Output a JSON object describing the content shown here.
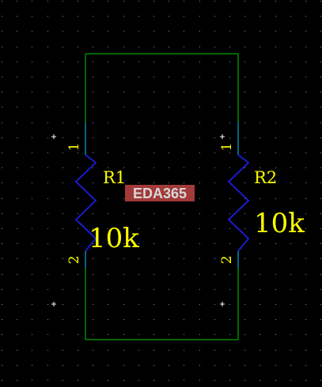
{
  "colors": {
    "background": "#000000",
    "grid_dot": "#8a8a8a",
    "wire": "#00cc00",
    "pin": "#00ccee",
    "resistor_body": "#1a1acc",
    "label": "#ffff00",
    "cross": "#ffffff",
    "watermark_bg": "#a23a3a",
    "watermark_text": "#d8d8d8"
  },
  "components": [
    {
      "ref": "R1",
      "value": "10k",
      "pin_top": "1",
      "pin_bottom": "2"
    },
    {
      "ref": "R2",
      "value": "10k",
      "pin_top": "1",
      "pin_bottom": "2"
    }
  ],
  "watermark": "EDA365"
}
